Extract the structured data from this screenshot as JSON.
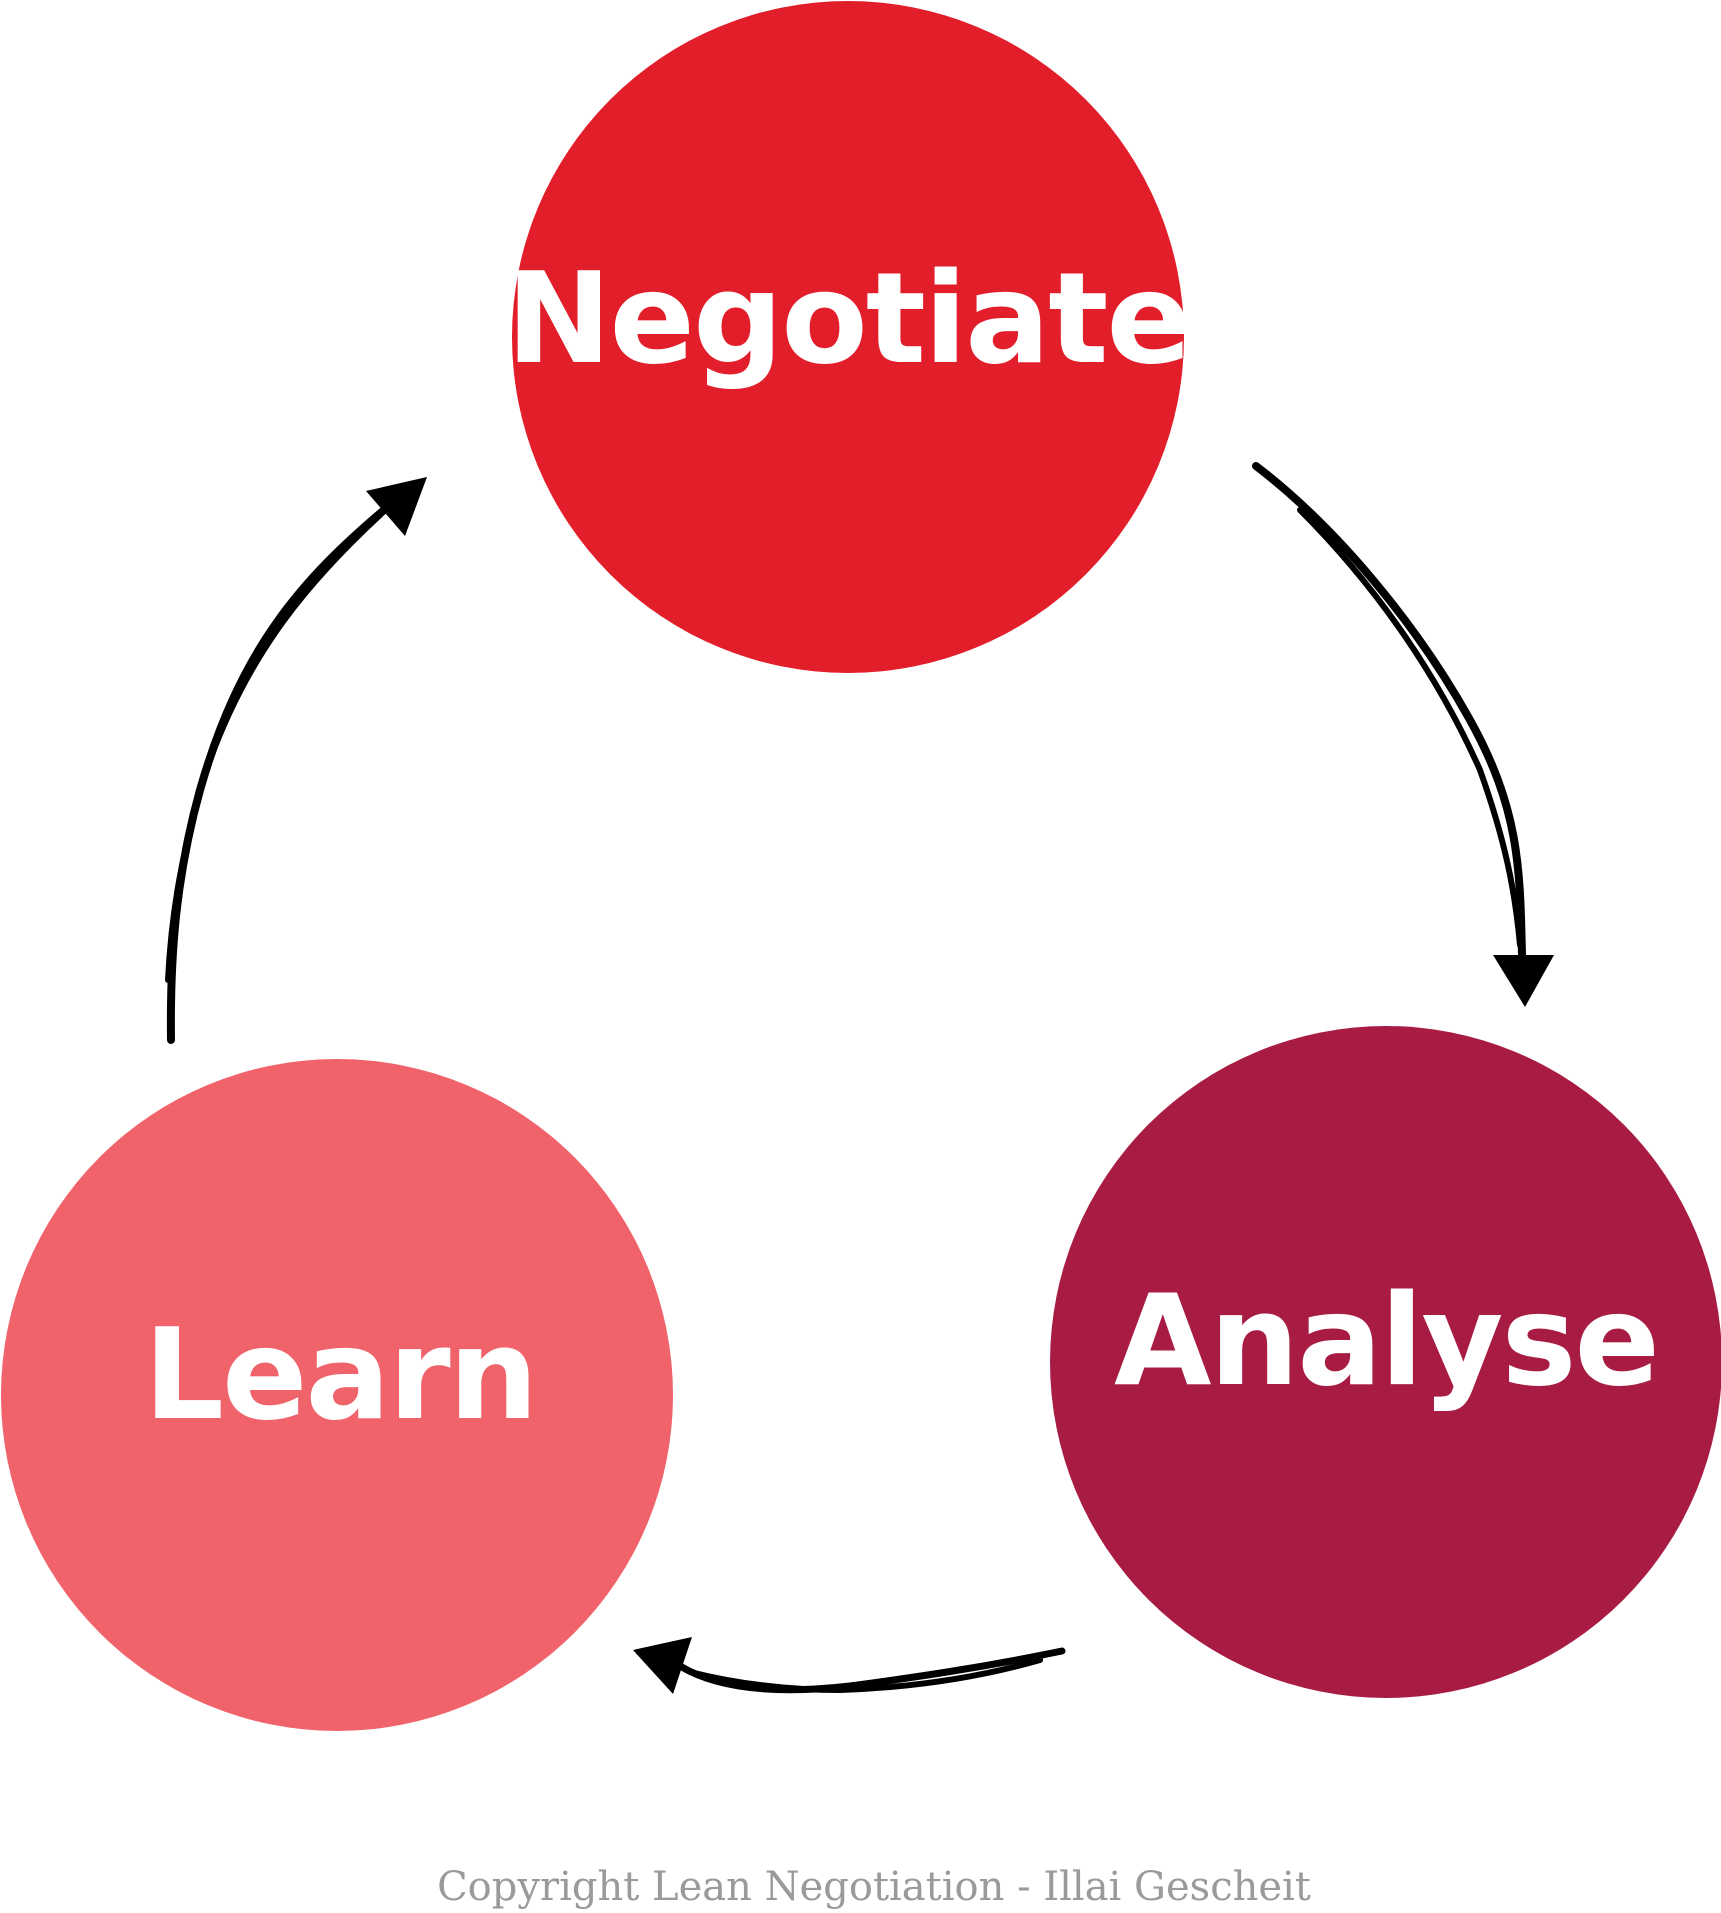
{
  "nodes": [
    {
      "id": "negotiate",
      "label": "Negotiate",
      "color": "#e31e2b"
    },
    {
      "id": "analyse",
      "label": "Analyse",
      "color": "#a81c43"
    },
    {
      "id": "learn",
      "label": "Learn",
      "color": "#f0636b"
    }
  ],
  "edges": [
    {
      "from": "negotiate",
      "to": "analyse"
    },
    {
      "from": "analyse",
      "to": "learn"
    },
    {
      "from": "learn",
      "to": "negotiate"
    }
  ],
  "footer": {
    "copyright": "Copyright Lean Negotiation - Illai Gescheit"
  },
  "colors": {
    "arrow": "#000000",
    "text": "#ffffff",
    "copyright": "#9a9a9a"
  }
}
